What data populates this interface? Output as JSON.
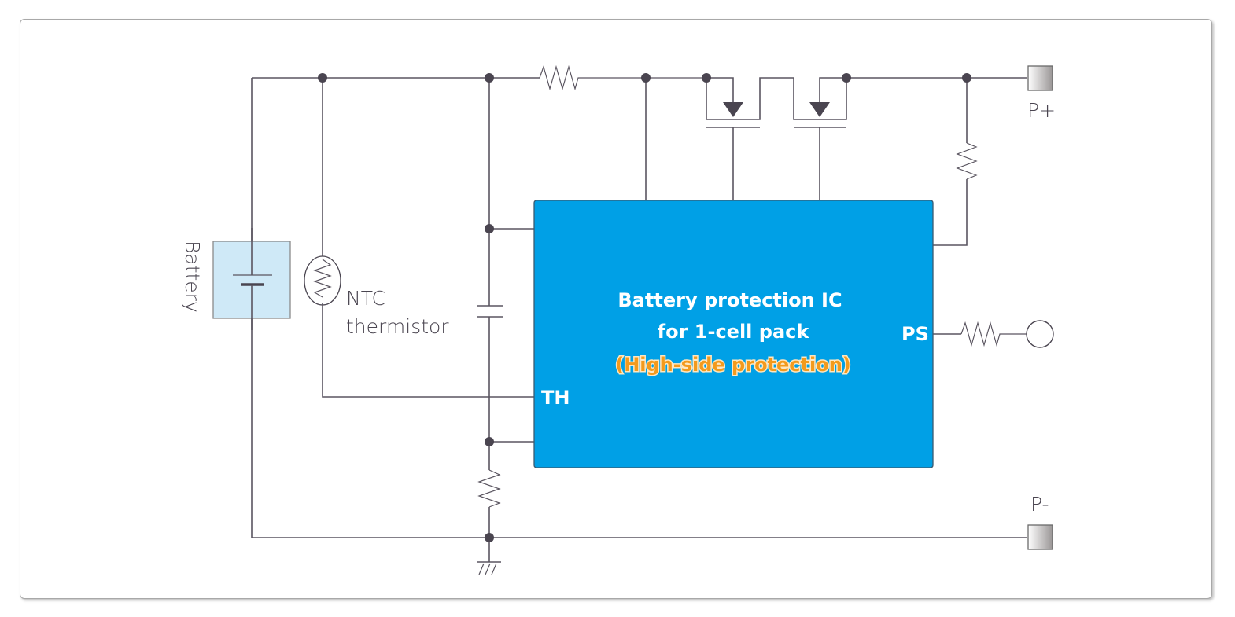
{
  "diagram": {
    "title": "Battery protection circuit (high-side)",
    "labels": {
      "battery": "Battery",
      "ntc_line1": "NTC",
      "ntc_line2": "thermistor",
      "p_plus": "P+",
      "p_minus": "P-"
    },
    "ic": {
      "line1": "Battery protection IC",
      "line2": "for 1-cell pack",
      "line3": "(High-side protection)",
      "pin_th": "TH",
      "pin_ps": "PS"
    },
    "colors": {
      "ic_fill": "#00a0e6",
      "battery_fill": "#cfe9f7",
      "highlight_text": "#f39a1c",
      "wire": "#5a5560"
    },
    "components": [
      "battery",
      "ntc-thermistor",
      "resistor",
      "capacitor",
      "mosfet",
      "mosfet",
      "resistor",
      "resistor",
      "resistor",
      "terminal-p-plus",
      "terminal-p-minus",
      "terminal-ps",
      "ground"
    ]
  }
}
